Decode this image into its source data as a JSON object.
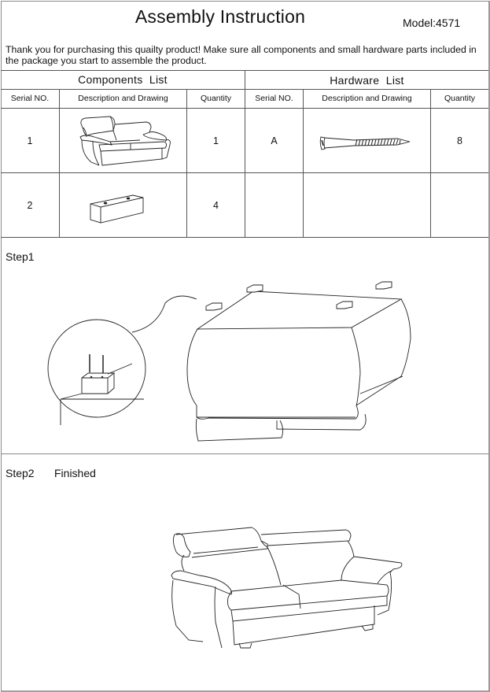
{
  "header": {
    "title": "Assembly Instruction",
    "model": "Model:4571",
    "intro": "Thank you for purchasing this quailty product! Make sure all components and small hardware parts included in the package you start to assemble the product."
  },
  "components_list": {
    "title": "Components  List",
    "columns": [
      "Serial NO.",
      "Description and Drawing",
      "Quantity"
    ],
    "rows": [
      {
        "serial": "1",
        "drawing": "loveseat-sofa",
        "quantity": "1"
      },
      {
        "serial": "2",
        "drawing": "wooden-leg-block",
        "quantity": "4"
      }
    ]
  },
  "hardware_list": {
    "title": "Hardware  List",
    "columns": [
      "Serial NO.",
      "Description and Drawing",
      "Quantity"
    ],
    "rows": [
      {
        "serial": "A",
        "drawing": "wood-screw",
        "quantity": "8"
      },
      {
        "serial": "",
        "drawing": "",
        "quantity": ""
      }
    ]
  },
  "steps": [
    {
      "label": "Step1",
      "caption": "",
      "drawing": "sofa-upside-down-attach-legs-with-detail-callout"
    },
    {
      "label": "Step2",
      "caption": "Finished",
      "drawing": "assembled-loveseat"
    }
  ]
}
